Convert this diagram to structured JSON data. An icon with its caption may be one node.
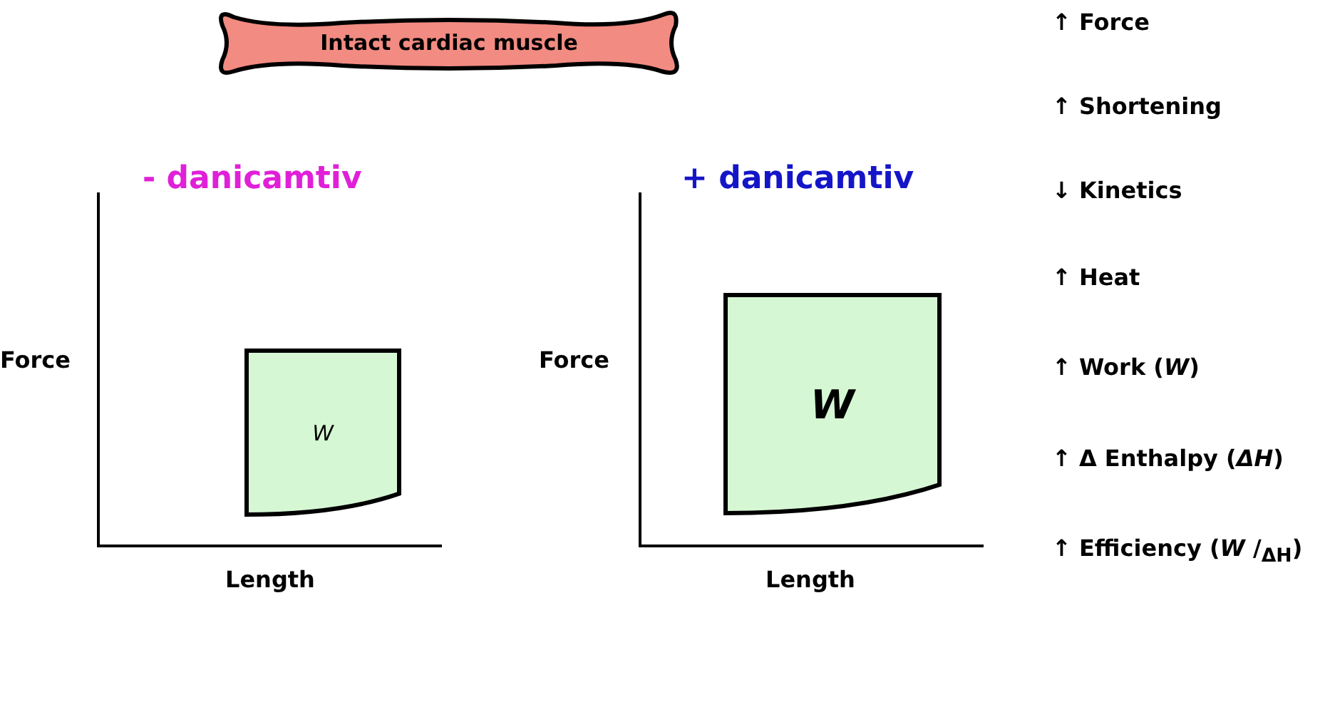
{
  "diagram": {
    "nodes": [
      {
        "text": [
          "Intact cardiac muscle"
        ]
      },
      {
        "text": [
          "W"
        ]
      },
      {
        "text": [
          "W"
        ]
      }
    ],
    "labels": [
      "- danicamtiv",
      "+ danicamtiv",
      "Force",
      "Force",
      "Length",
      "Length",
      "↑ Force",
      "↑ Shortening",
      "↓ Kinetics",
      "↑ Heat",
      "↑ Work (*W*)",
      "↑ Δ Enthalpy (*ΔH*)",
      "↑ Efficiency (*W* /$_{ΔH}$)"
    ]
  }
}
